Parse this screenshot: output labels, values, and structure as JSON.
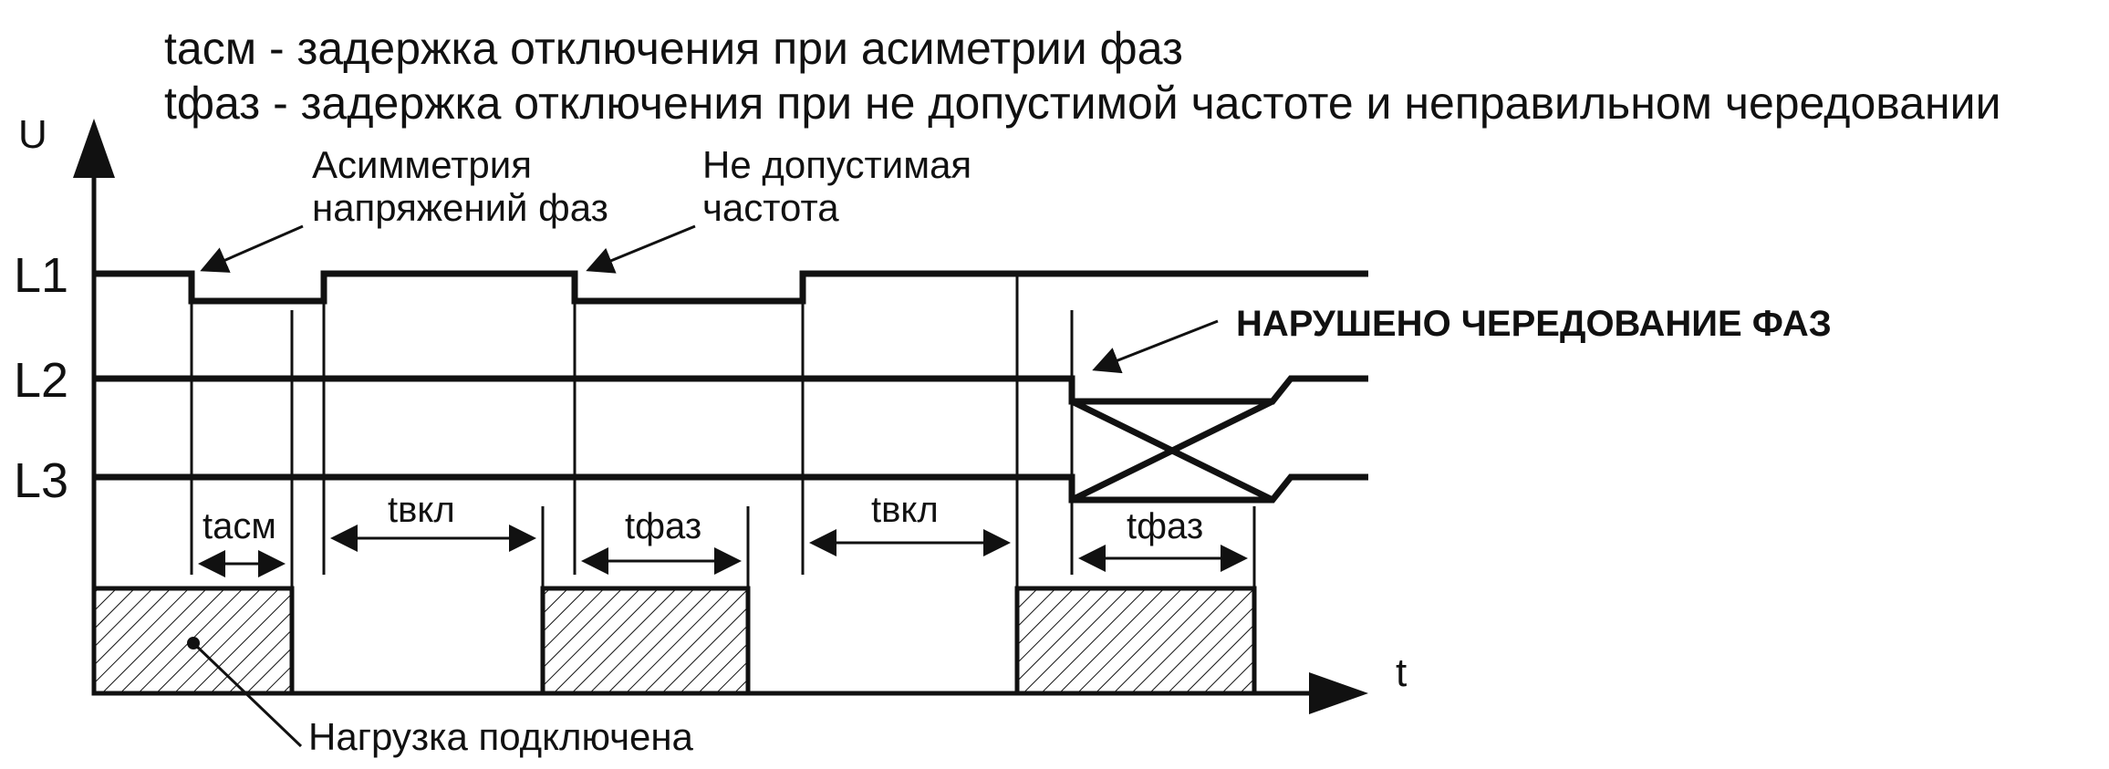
{
  "legend": {
    "line1": "tасм - задержка отключения при асиметрии фаз",
    "line2": "tфаз - задержка отключения при не допустимой частоте и неправильном чередовании"
  },
  "axes": {
    "y": "U",
    "x": "t"
  },
  "phases": {
    "l1": "L1",
    "l2": "L2",
    "l3": "L3"
  },
  "annotations": {
    "asym_line1": "Асимметрия",
    "asym_line2": "напряжений фаз",
    "freq_line1": "Не допустимая",
    "freq_line2": "частота",
    "order": "НАРУШЕНО ЧЕРЕДОВАНИЕ ФАЗ",
    "load": "Нагрузка подключена"
  },
  "intervals": {
    "t_asm": "tасм",
    "t_on_1": "tвкл",
    "t_faz_1": "tфаз",
    "t_on_2": "tвкл",
    "t_faz_2": "tфаз"
  }
}
